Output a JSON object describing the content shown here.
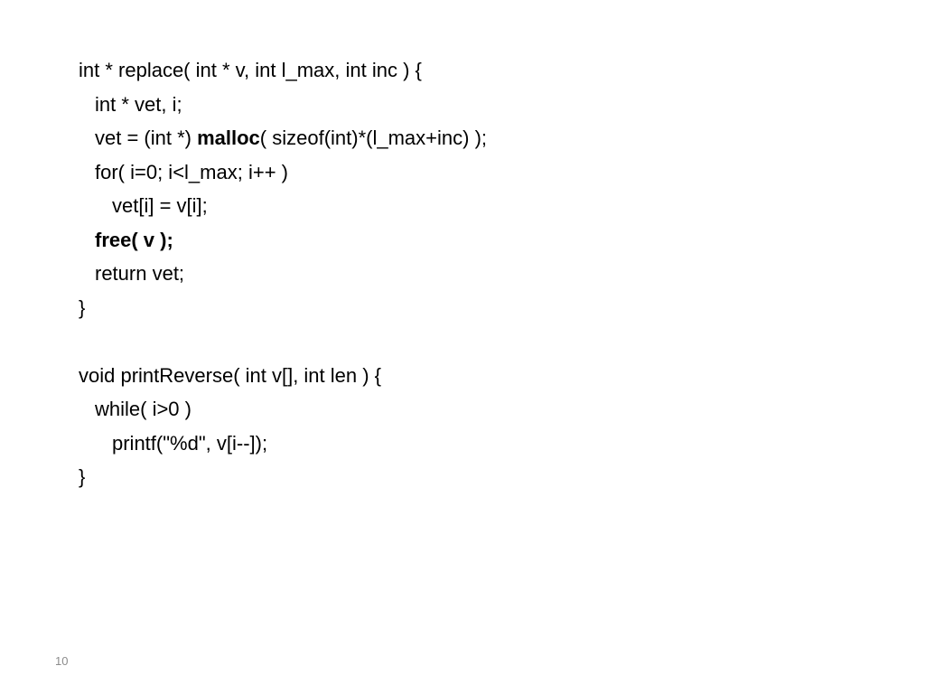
{
  "code": {
    "replace_func": {
      "line1": "int * replace( int * v, int l_max, int inc ) {",
      "line2": "int * vet, i;",
      "line3_prefix": "vet = (int *) ",
      "line3_bold": "malloc",
      "line3_suffix": "( sizeof(int)*(l_max+inc) );",
      "line4": "for( i=0; i<l_max; i++ )",
      "line5": "vet[i] = v[i];",
      "line6_bold": "free( v );",
      "line7": "return vet;",
      "line8": "}"
    },
    "print_reverse_func": {
      "line1": "void printReverse( int v[], int len ) {",
      "line2": "while( i>0 )",
      "line3": "printf(\"%d\", v[i--]);",
      "line4": "}"
    }
  },
  "footer": {
    "slide_number": "10"
  }
}
